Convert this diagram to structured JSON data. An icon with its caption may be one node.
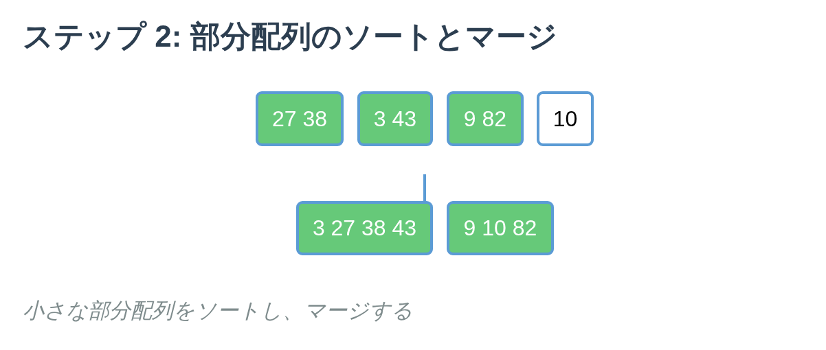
{
  "diagram": {
    "title": "ステップ 2: 部分配列のソートとマージ",
    "caption": "小さな部分配列をソートし、マージする",
    "nodes": [
      {
        "text": [
          "27 38"
        ]
      },
      {
        "text": [
          "3 43"
        ]
      },
      {
        "text": [
          "9 82"
        ]
      },
      {
        "text": [
          "10"
        ]
      },
      {
        "text": [
          "3 27 38 43"
        ]
      },
      {
        "text": [
          "9 10 82"
        ]
      }
    ],
    "edges": [
      {
        "from": null,
        "to": 4,
        "arrow": "none"
      }
    ]
  }
}
